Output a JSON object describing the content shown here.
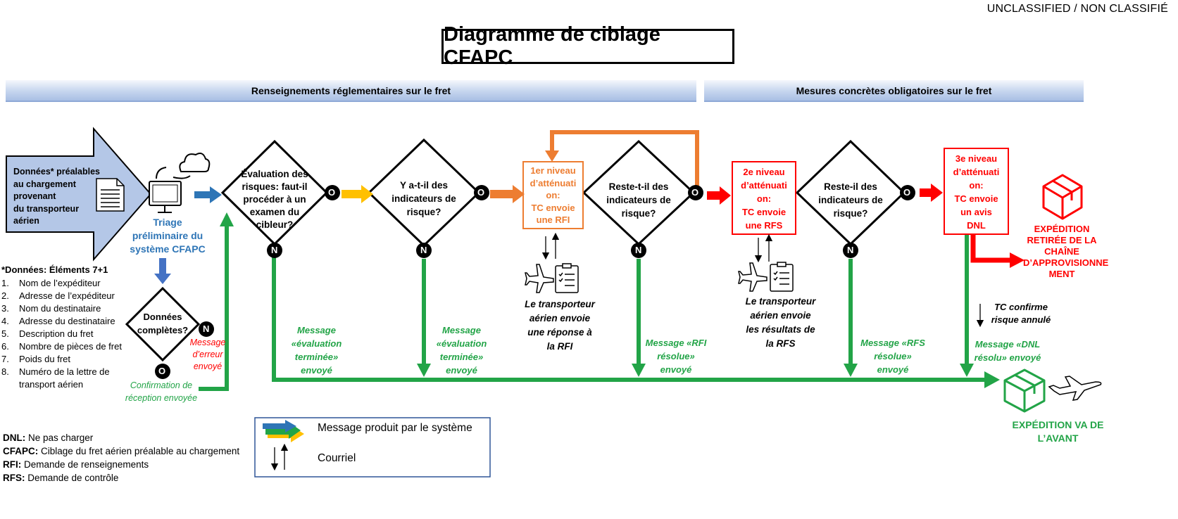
{
  "classification": "UNCLASSIFIED / NON CLASSIFIÉ",
  "title": "Diagramme de ciblage CFAPC",
  "bands": {
    "left": "Renseignements réglementaires sur le fret",
    "right": "Mesures concrètes obligatoires sur le fret"
  },
  "input": {
    "text_line1": "Données* préalables",
    "text_line2": "au chargement",
    "text_line3": "provenant",
    "text_line4": "du transporteur",
    "text_line5": "aérien"
  },
  "triage": {
    "line1": "Triage",
    "line2": "préliminaire du",
    "line3": "système CFAPC"
  },
  "complete": {
    "line1": "Données",
    "line2": "complètes?"
  },
  "data_elements": {
    "heading": "*Données: Éléments 7+1",
    "items": [
      {
        "num": "1.",
        "label": "Nom de l’expéditeur"
      },
      {
        "num": "2.",
        "label": "Adresse de l’expéditeur"
      },
      {
        "num": "3.",
        "label": "Nom du destinataire"
      },
      {
        "num": "4.",
        "label": "Adresse du destinataire"
      },
      {
        "num": "5.",
        "label": "Description du fret"
      },
      {
        "num": "6.",
        "label": "Nombre de pièces de fret"
      },
      {
        "num": "7.",
        "label": "Poids du fret"
      },
      {
        "num": "8.",
        "label": "Numéro de la lettre de"
      },
      {
        "num": "",
        "label": "transport aérien"
      }
    ]
  },
  "error_msg": {
    "line1": "Message",
    "line2": "d’erreur",
    "line3": "envoyé"
  },
  "confirmation": {
    "line1": "Confirmation de",
    "line2": "réception envoyée"
  },
  "yes_label": "O",
  "no_label": "N",
  "decision1": {
    "line1": "Évaluation des",
    "line2": "risques: faut-il",
    "line3": "procéder à un",
    "line4": "examen du",
    "line5": "cibleur?"
  },
  "decision2": {
    "line1": "Y a-t-il des",
    "line2": "indicateurs de",
    "line3": "risque?"
  },
  "decision3": {
    "line1": "Reste-t-il des",
    "line2": "indicateurs de",
    "line3": "risque?"
  },
  "decision4": {
    "line1": "Reste-il des",
    "line2": "indicateurs de",
    "line3": "risque?"
  },
  "level1": {
    "line1": "1er niveau",
    "line2": "d’atténuati",
    "line3": "on:",
    "line4": "TC envoie",
    "line5": "une RFI"
  },
  "level2": {
    "line1": "2e niveau",
    "line2": "d’atténuati",
    "line3": "on:",
    "line4": "TC envoie",
    "line5": "une RFS"
  },
  "level3": {
    "line1": "3e niveau",
    "line2": "d’atténuati",
    "line3": "on:",
    "line4": "TC envoie",
    "line5": "un avis",
    "line6": "DNL"
  },
  "rfi_response": {
    "line1": "Le transporteur",
    "line2": "aérien envoie",
    "line3": "une réponse à",
    "line4": "la RFI"
  },
  "rfs_response": {
    "line1": "Le transporteur",
    "line2": "aérien envoie",
    "line3": "les résultats de",
    "line4": "la RFS"
  },
  "msg_eval1": {
    "line1": "Message",
    "line2": "«évaluation",
    "line3": "terminée»",
    "line4": "envoyé"
  },
  "msg_eval2": {
    "line1": "Message",
    "line2": "«évaluation",
    "line3": "terminée»",
    "line4": "envoyé"
  },
  "msg_rfi": {
    "line1": "Message «RFI",
    "line2": "résolue»",
    "line3": "envoyé"
  },
  "msg_rfs": {
    "line1": "Message «RFS",
    "line2": "résolue»",
    "line3": "envoyé"
  },
  "msg_dnl": {
    "line1": "Message «DNL",
    "line2": "résolu»  envoyé"
  },
  "tc_confirm": {
    "line1": "TC confirme",
    "line2": "risque annulé"
  },
  "removed": {
    "line1": "EXPÉDITION",
    "line2": "RETIRÉE DE LA",
    "line3": "CHAÎNE",
    "line4": "D’APPROVISIONNE",
    "line5": "MENT"
  },
  "forward": {
    "line1": "EXPÉDITION VA DE",
    "line2": "L’AVANT"
  },
  "legend": {
    "system_message": "Message produit par le système",
    "email": "Courriel"
  },
  "abbreviations": [
    {
      "abbr": "DNL:",
      "text": " Ne pas charger"
    },
    {
      "abbr": "CFAPC:",
      "text": " Ciblage du fret aérien préalable au chargement"
    },
    {
      "abbr": "RFI:",
      "text": " Demande de renseignements"
    },
    {
      "abbr": "RFS:",
      "text": " Demande de contrôle"
    }
  ],
  "colors": {
    "green": "#22a447",
    "orange": "#ed7d31",
    "red": "#ff0000",
    "blue": "#2e75b6",
    "yellow": "#ffc000",
    "input_fill": "#b4c7e7",
    "band_border": "#2f5597"
  }
}
